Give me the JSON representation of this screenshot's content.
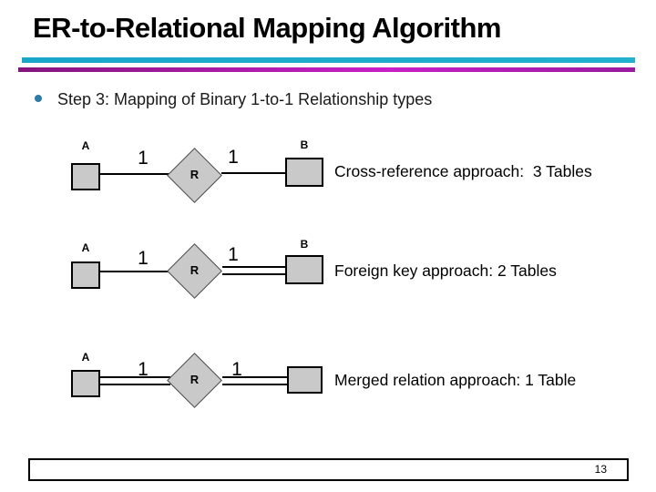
{
  "slide": {
    "title": "ER-to-Relational Mapping Algorithm",
    "bullet": "Step 3: Mapping of Binary 1-to-1 Relationship types",
    "page_number": "13"
  },
  "colors": {
    "accent_cyan": "#1fa9cb",
    "accent_magenta": "#c81fc8",
    "bullet_dot": "#2e7ca6",
    "shape_fill": "#c9c9c9",
    "shape_border": "#000000"
  },
  "diagrams": [
    {
      "entity_a": "A",
      "entity_b": "B",
      "relationship": "R",
      "left_cardinality": "1",
      "right_cardinality": "1",
      "left_link": "single",
      "right_link": "single",
      "caption": "Cross-reference approach:  3 Tables"
    },
    {
      "entity_a": "A",
      "entity_b": "B",
      "relationship": "R",
      "left_cardinality": "1",
      "right_cardinality": "1",
      "left_link": "single",
      "right_link": "double",
      "caption": "Foreign key approach: 2 Tables"
    },
    {
      "entity_a": "A",
      "entity_b": "",
      "relationship": "R",
      "left_cardinality": "1",
      "right_cardinality": "1",
      "left_link": "double",
      "right_link": "double",
      "caption": "Merged relation approach: 1 Table"
    }
  ]
}
